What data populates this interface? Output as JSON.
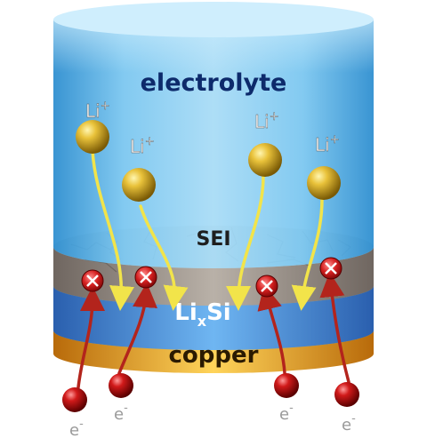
{
  "labels": {
    "electrolyte": "electrolyte",
    "sei": "SEI",
    "lixsi_base": "Li",
    "lixsi_sub": "x",
    "lixsi_end": "Si",
    "copper": "copper"
  },
  "ions": [
    {
      "label": "Li",
      "charge": "+"
    },
    {
      "label": "Li",
      "charge": "+"
    },
    {
      "label": "Li",
      "charge": "+"
    },
    {
      "label": "Li",
      "charge": "+"
    }
  ],
  "electrons": [
    {
      "label": "e",
      "charge": "-"
    },
    {
      "label": "e",
      "charge": "-"
    },
    {
      "label": "e",
      "charge": "-"
    },
    {
      "label": "e",
      "charge": "-"
    }
  ],
  "colors": {
    "electrolyte": "#5ab4e8",
    "sei": "#9a8f86",
    "lixsi": "#3f8fd6",
    "copper": "#e8a021",
    "ion": "#c9a21a",
    "electron": "#b01010",
    "ion_arrow": "#f2e44a",
    "electron_arrow": "#b3241c"
  }
}
